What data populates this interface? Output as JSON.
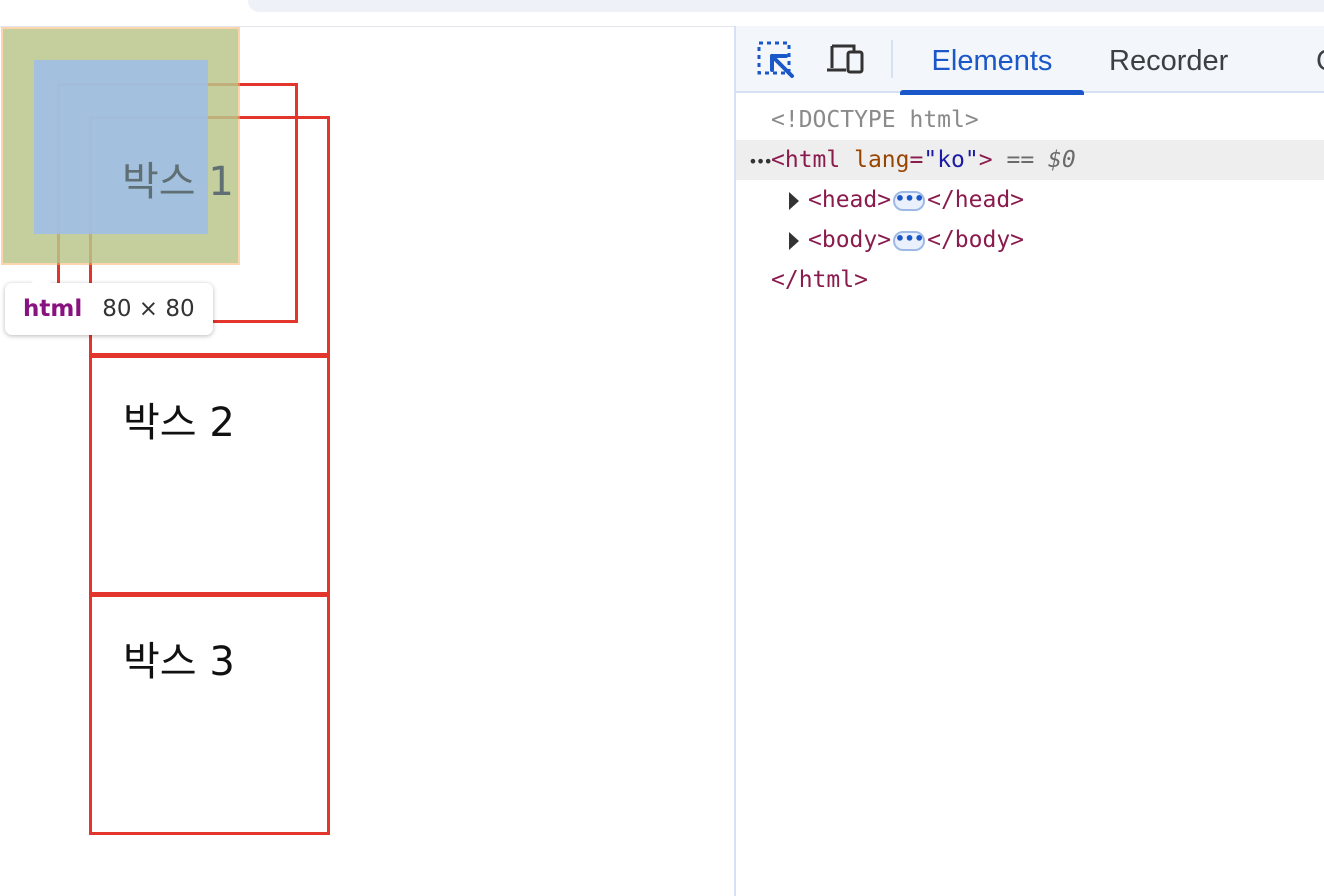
{
  "page": {
    "boxes": [
      {
        "label": "박스 1"
      },
      {
        "label": "박스 2"
      },
      {
        "label": "박스 3"
      }
    ],
    "highlight_label": "박스 1",
    "tooltip": {
      "tag": "html",
      "dims": "80 × 80"
    },
    "colors": {
      "box_border": "#e2352b",
      "margin_overlay": "#f6b26b",
      "padding_overlay": "#a8cd93",
      "content_overlay": "#9ebeeb"
    }
  },
  "devtools": {
    "tabs": [
      {
        "label": "Elements",
        "active": true
      },
      {
        "label": "Recorder",
        "active": false
      },
      {
        "label": "C",
        "active": false
      }
    ],
    "icons": [
      "inspect-element-icon",
      "device-toolbar-icon"
    ],
    "tree": {
      "doctype": "<!DOCTYPE html>",
      "html_open_start": "<html",
      "html_attr_name": "lang",
      "html_attr_eq": "=",
      "html_attr_value": "\"ko\"",
      "html_open_end": ">",
      "selected_marker": "== $0",
      "selected_marker_eq": "==",
      "selected_marker_ref": "$0",
      "row_ellipsis": "•••",
      "head_open": "<head>",
      "head_close": "</head>",
      "body_open": "<body>",
      "body_close": "</body>",
      "html_close": "</html>",
      "collapsed_pill": "•••"
    },
    "accent_color": "#1a57c9"
  }
}
